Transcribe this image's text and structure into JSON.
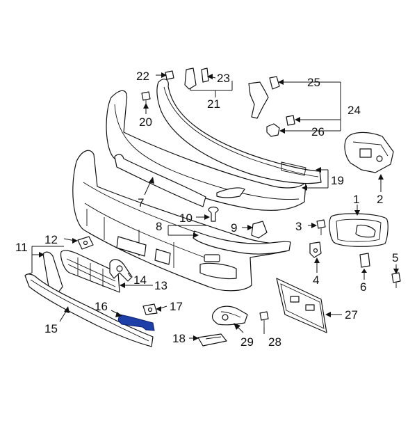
{
  "colors": {
    "line": "#111111",
    "background": "#ffffff",
    "highlight": "#1f3fa8"
  },
  "callouts": {
    "c1": "1",
    "c2": "2",
    "c3": "3",
    "c4": "4",
    "c5": "5",
    "c6": "6",
    "c7": "7",
    "c8": "8",
    "c9": "9",
    "c10": "10",
    "c11": "11",
    "c12": "12",
    "c13": "13",
    "c14": "14",
    "c15": "15",
    "c16": "16",
    "c17": "17",
    "c18": "18",
    "c19": "19",
    "c20": "20",
    "c21": "21",
    "c22": "22",
    "c23": "23",
    "c24": "24",
    "c25": "25",
    "c26": "26",
    "c27": "27",
    "c28": "28",
    "c29": "29"
  }
}
